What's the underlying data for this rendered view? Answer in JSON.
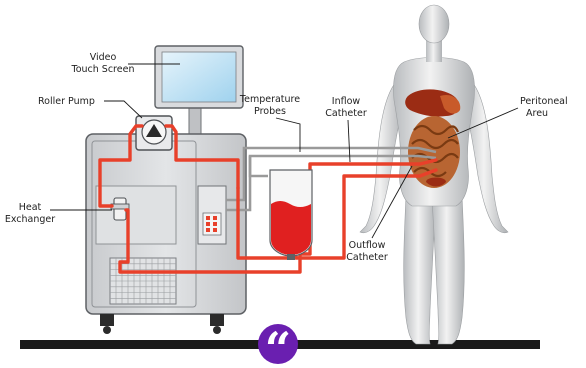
{
  "labels": {
    "video_touch_screen_l1": "Video",
    "video_touch_screen_l2": "Touch Screen",
    "roller_pump": "Roller Pump",
    "heat_exchanger_l1": "Heat",
    "heat_exchanger_l2": "Exchanger",
    "temperature_probes_l1": "Temperature",
    "temperature_probes_l2": "Probes",
    "inflow_catheter_l1": "Inflow",
    "inflow_catheter_l2": "Catheter",
    "peritoneal_area_l1": "Peritoneal",
    "peritoneal_area_l2": "Areu",
    "outflow_catheter_l1": "Outflow",
    "outflow_catheter_l2": "Catheter"
  },
  "badge": {
    "glyph": "“",
    "color": "#6a1fb0"
  },
  "colors": {
    "tubing": "#e8402a",
    "probe_line": "#9a9a9a",
    "reservoir_fluid": "#e02020",
    "machine_body": "#d3d5d8",
    "floor": "#1a1a1a"
  }
}
